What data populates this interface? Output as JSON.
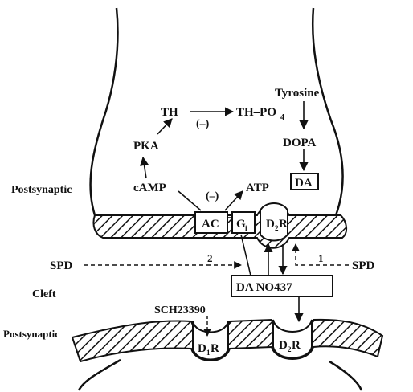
{
  "labels": {
    "tyrosine": "Tyrosine",
    "th": "TH",
    "th_po4": "TH–PO",
    "th_po4_sub": "4",
    "inhibit_th": "(–)",
    "pka": "PKA",
    "dopa": "DOPA",
    "da": "DA",
    "camp": "cAMP",
    "inhibit_ac": "(–)",
    "atp": "ATP",
    "ac": "AC",
    "gi": "G",
    "gi_sub": "i",
    "d2r_pre": "D",
    "d2r_pre_sub": "2",
    "d2r_pre_r": "R",
    "spd_left": "SPD",
    "path_2": "2",
    "path_1": "1",
    "spd_right": "SPD",
    "da_no437": "DA NO437",
    "sch23390": "SCH23390",
    "d1r": "D",
    "d1r_sub": "1",
    "d1r_r": "R",
    "d2r_post": "D",
    "d2r_post_sub": "2",
    "d2r_post_r": "R",
    "side_postsynaptic_top": "Postsynaptic",
    "side_cleft": "Cleft",
    "side_postsynaptic_bottom": "Postsynaptic"
  },
  "colors": {
    "ink": "#111111",
    "background": "#ffffff"
  }
}
